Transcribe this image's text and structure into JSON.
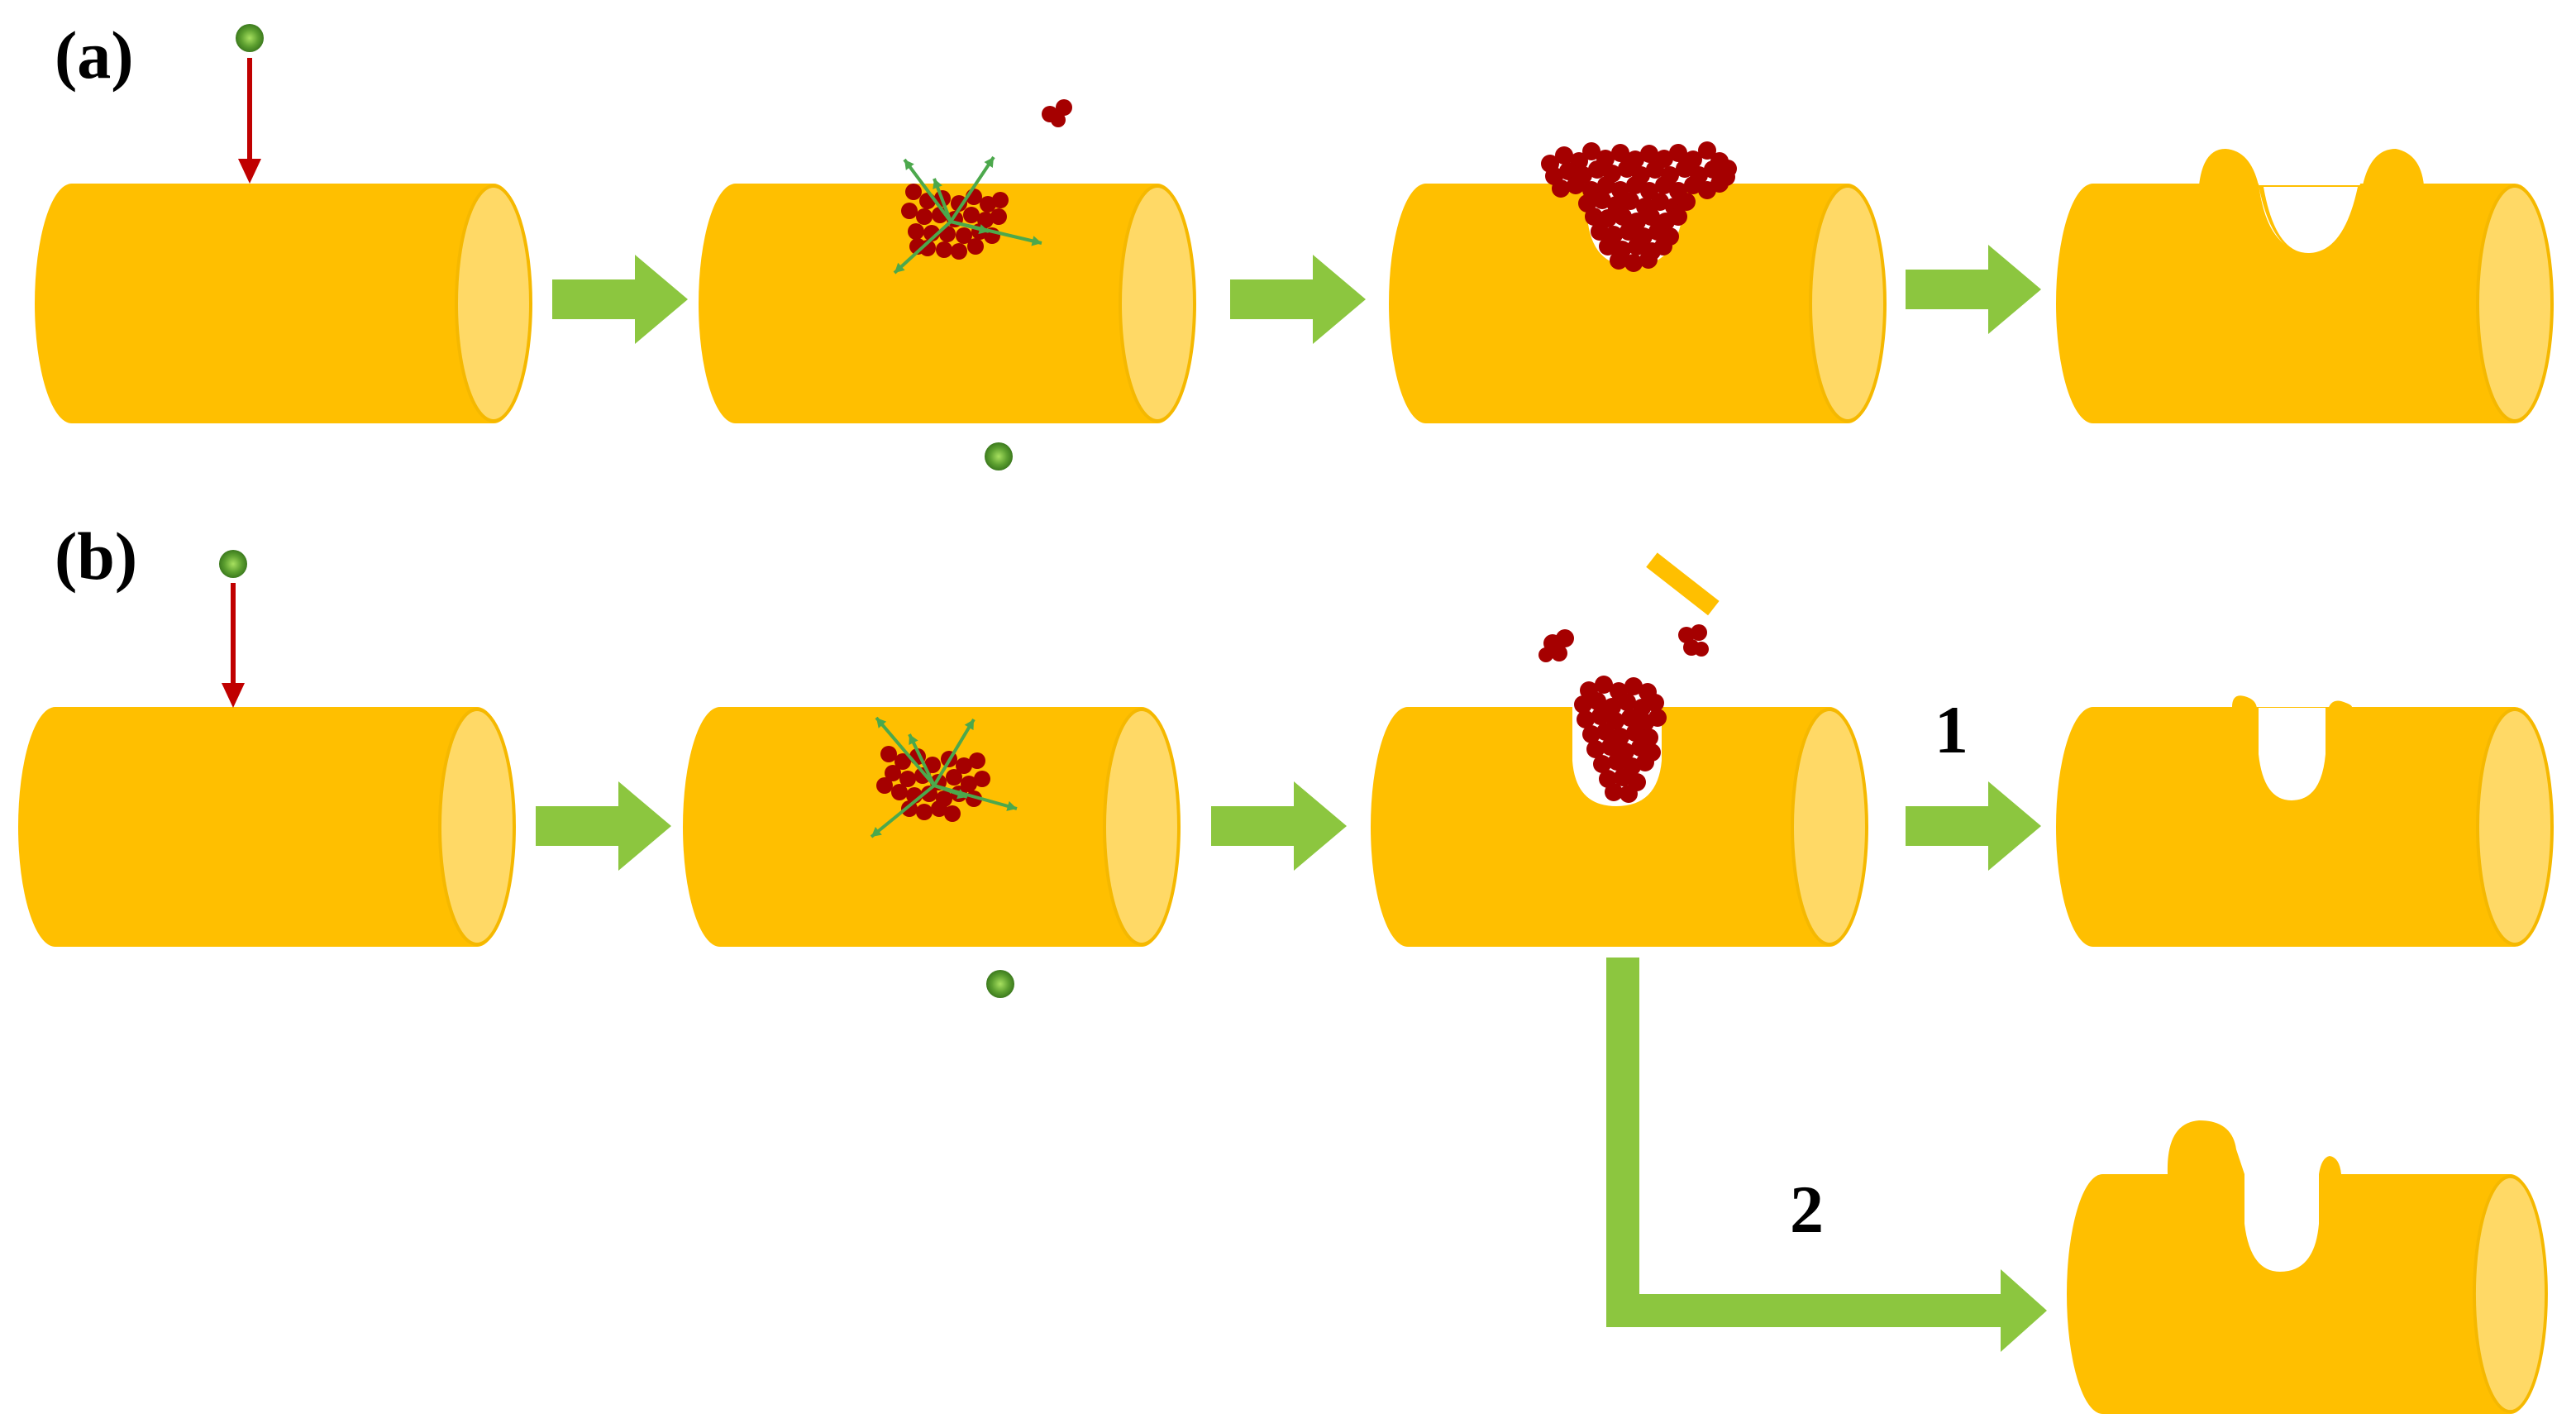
{
  "panels": {
    "a": {
      "label": "(a)"
    },
    "b": {
      "label": "(b)"
    }
  },
  "branches": {
    "one": {
      "label": "1"
    },
    "two": {
      "label": "2"
    }
  },
  "colors": {
    "cylinder_body": "#ffbf00",
    "cylinder_end": "#ffd966",
    "cylinder_end_stroke": "#f5b800",
    "arrow_green": "#8cc63f",
    "incoming_arrow_red": "#c00000",
    "particle_green": "#5da030",
    "cluster_red": "#a50000",
    "arrow_small_green": "#4ca84c",
    "background": "#ffffff"
  },
  "icons": {
    "incoming_ion": "green-sphere-icon",
    "transmitted_ion": "green-sphere-icon",
    "displaced_atom": "red-sphere-icon",
    "sputtered_fragment": "orange-bar-icon"
  }
}
